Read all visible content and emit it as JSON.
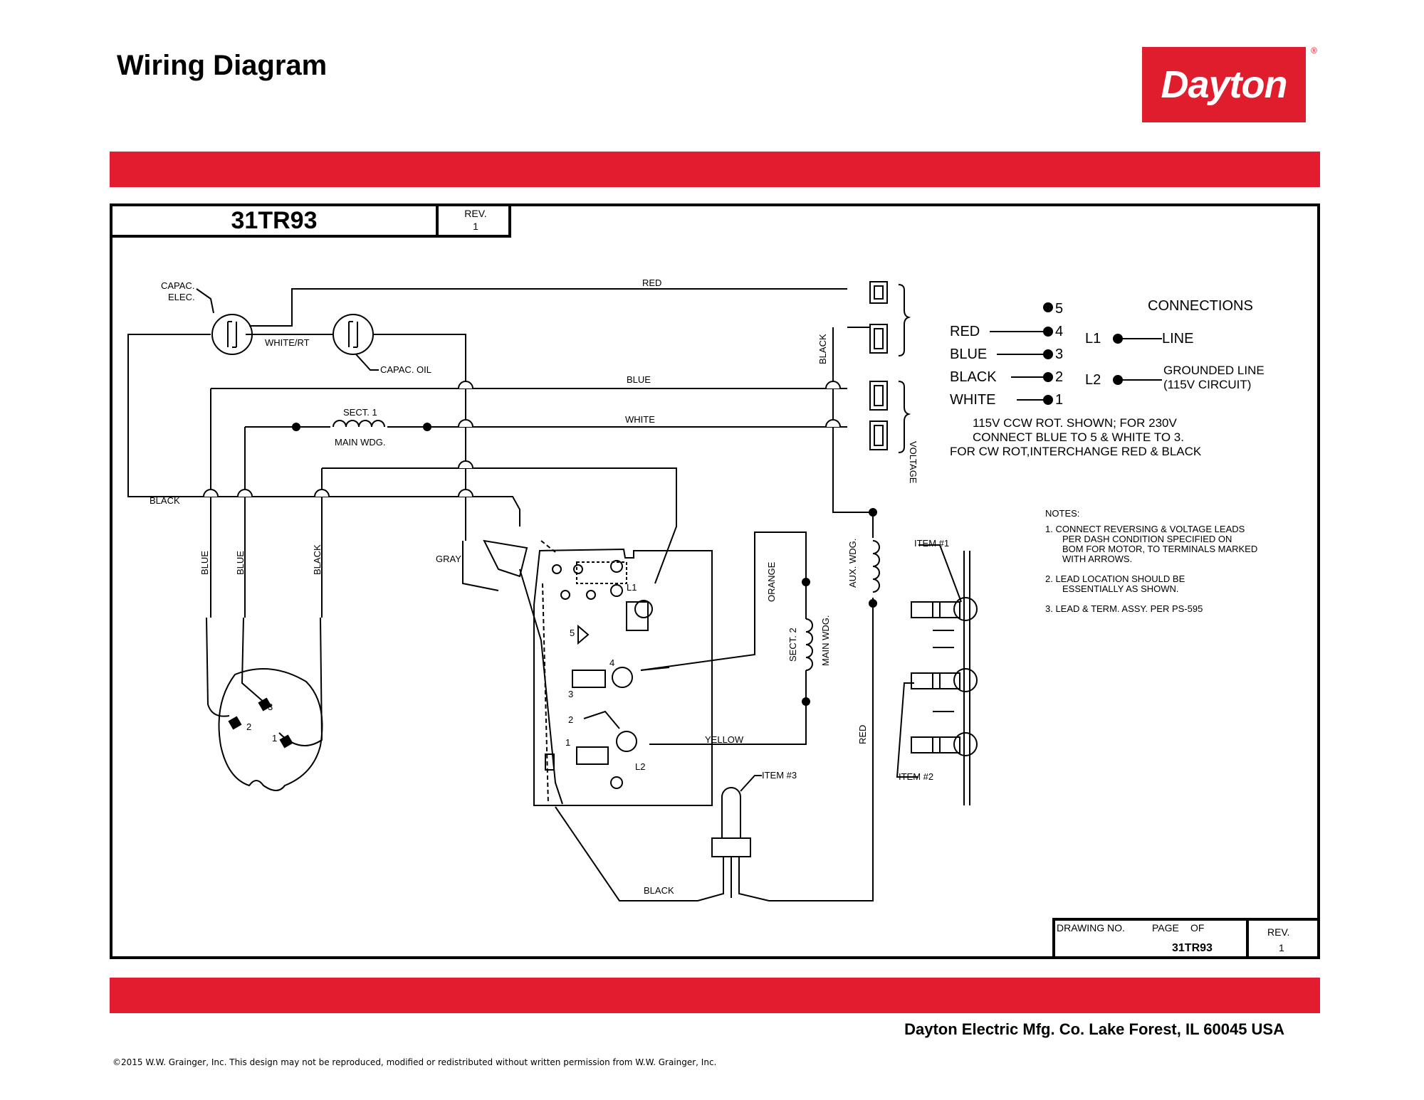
{
  "header": {
    "title": "Wiring Diagram",
    "logo_text": "Dayton"
  },
  "part": {
    "number": "31TR93",
    "rev_label": "REV.",
    "rev_value": "1"
  },
  "wires": {
    "red_top": "RED",
    "white_rt": "WHITE/RT",
    "blue": "BLUE",
    "white": "WHITE",
    "black_left": "BLACK",
    "black_vert": "BLACK",
    "blue_v1": "BLUE",
    "blue_v2": "BLUE",
    "black_v3": "BLACK",
    "gray": "GRAY",
    "orange": "ORANGE",
    "yellow": "YELLOW",
    "red_vert": "RED",
    "black_bottom": "BLACK",
    "voltage": "VOLTAGE"
  },
  "components": {
    "capac_elec_1": "CAPAC.",
    "capac_elec_2": "ELEC.",
    "capac_oil": "CAPAC. OIL",
    "sect1_1": "SECT. 1",
    "sect1_2": "MAIN WDG.",
    "sect2_1": "SECT. 2",
    "sect2_2": "MAIN WDG.",
    "aux_wdg": "AUX. WDG.",
    "item1": "ITEM #1",
    "item2": "ITEM #2",
    "item3": "ITEM #3"
  },
  "terminals": {
    "l1": "L1",
    "l2": "L2",
    "t1": "1",
    "t2": "2",
    "t3": "3",
    "t4": "4",
    "t5": "5",
    "p1": "1",
    "p2": "2",
    "p3": "3"
  },
  "connections": {
    "title": "CONNECTIONS",
    "leads": [
      {
        "name": "",
        "num": "5"
      },
      {
        "name": "RED",
        "num": "4"
      },
      {
        "name": "BLUE",
        "num": "3"
      },
      {
        "name": "BLACK",
        "num": "2"
      },
      {
        "name": "WHITE",
        "num": "1"
      }
    ],
    "l1_label": "L1",
    "l1_target": "LINE",
    "l2_label": "L2",
    "l2_target_1": "GROUNDED LINE",
    "l2_target_2": "(115V CIRCUIT)",
    "note_line_1": "115V CCW ROT. SHOWN;   FOR 230V",
    "note_line_2": "CONNECT BLUE TO 5 & WHITE TO 3.",
    "note_line_3": "FOR CW ROT,INTERCHANGE RED & BLACK"
  },
  "notes": {
    "heading": "NOTES:",
    "n1_1": "1.  CONNECT REVERSING & VOLTAGE LEADS",
    "n1_2": "PER DASH CONDITION SPECIFIED ON",
    "n1_3": "BOM FOR MOTOR, TO TERMINALS MARKED",
    "n1_4": "WITH ARROWS.",
    "n2_1": "2.  LEAD LOCATION SHOULD BE",
    "n2_2": "ESSENTIALLY AS SHOWN.",
    "n3_1": "3.  LEAD & TERM. ASSY. PER PS-595"
  },
  "title_block": {
    "drawing_no": "DRAWING NO.",
    "page": "PAGE",
    "of": "OF",
    "number": "31TR93",
    "rev_label": "REV.",
    "rev_value": "1"
  },
  "footer": {
    "company": "Dayton Electric Mfg. Co.  Lake Forest, IL  60045  USA",
    "copyright": "©2015 W.W. Grainger, Inc.   This design may not be reproduced, modified or redistributed without written permission from W.W. Grainger, Inc."
  }
}
